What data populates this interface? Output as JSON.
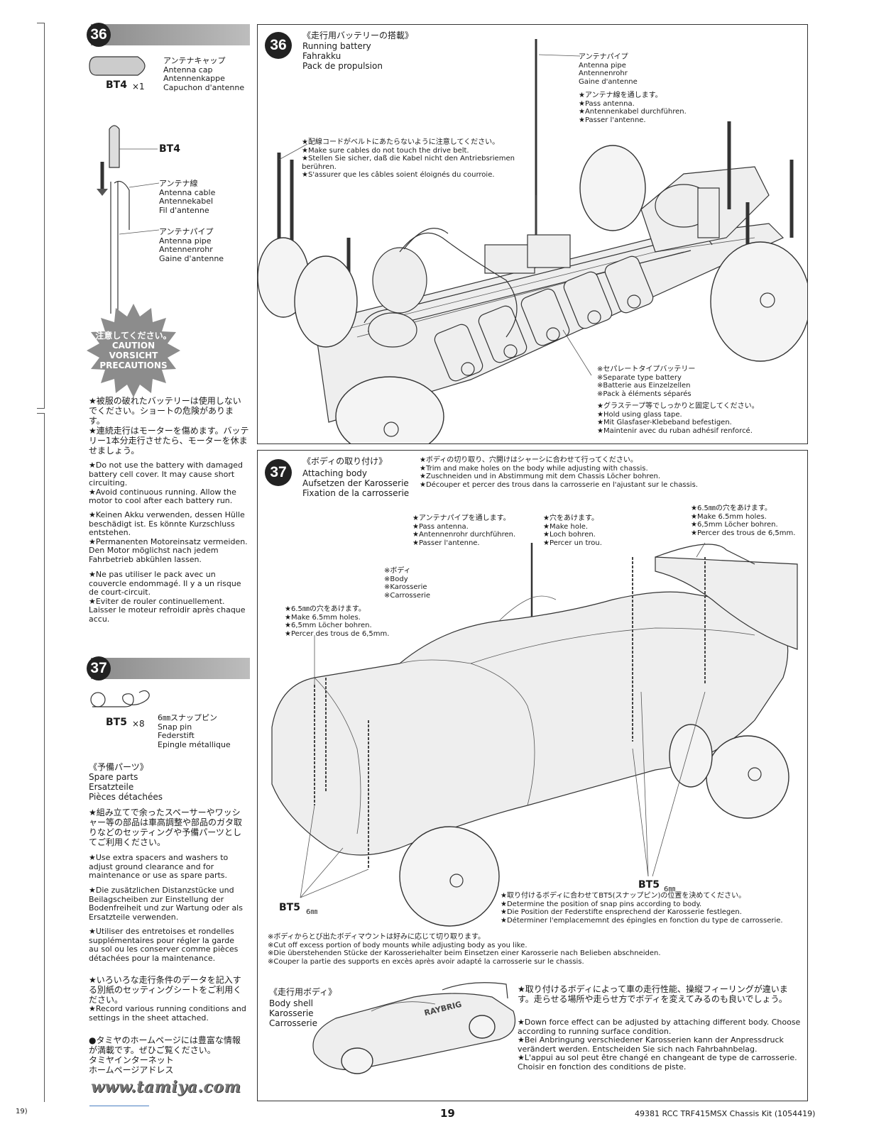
{
  "page_number": "19",
  "footer_id": "49381  RCC TRF415MSX Chassis Kit (1054419)",
  "left_edge_mark": "19)",
  "website": "www.tamiya.com",
  "sidebar": {
    "step36": {
      "number": "36",
      "part1": {
        "code": "BT4",
        "qty": "×1",
        "label": "アンテナキャップ\nAntenna cap\nAntennenkappe\nCapuchon d'antenne"
      },
      "bt4_label": "BT4",
      "antenna_cable": "アンテナ線\nAntenna cable\nAntennekabel\nFil d'antenne",
      "antenna_pipe": "アンテナパイプ\nAntenna pipe\nAntennenrohr\nGaine d'antenne"
    },
    "caution": "注意してください。\nCAUTION\nVORSICHT\nPRECAUTIONS",
    "caution_text_jp": "★被服の破れたバッテリーは使用しないでください。ショートの危険があります。\n★連続走行はモーターを傷めます。バッテリー1本分走行させたら、モーターを休ませましょう。",
    "caution_text_en": "★Do not use the battery with damaged battery cell cover. It may cause short circuiting.\n★Avoid continuous running. Allow the motor to cool after each battery run.",
    "caution_text_de": "★Keinen Akku verwenden, dessen Hülle beschädigt ist. Es könnte Kurzschluss entstehen.\n★Permanenten Motoreinsatz vermeiden. Den Motor möglichst nach jedem Fahrbetrieb abkühlen lassen.",
    "caution_text_fr": "★Ne pas utiliser le pack avec un couvercle endommagé. Il y a un risque de court-circuit.\n★Eviter de rouler continuellement. Laisser le moteur refroidir après chaque accu.",
    "step37": {
      "number": "37",
      "part1": {
        "code": "BT5",
        "qty": "×8",
        "label": "6㎜スナップピン\nSnap pin\nFederstift\nEpingle métallique"
      }
    },
    "spare_title": "《予備パーツ》",
    "spare_sub": "Spare parts\nErsatzteile\nPièces détachées",
    "spare_jp": "★組み立てで余ったスペーサーやワッシャー等の部品は車高調整や部品のガタ取りなどのセッティングや予備パーツとしてご利用ください。",
    "spare_en": "★Use extra spacers and washers to adjust ground clearance and for maintenance or use as spare parts.",
    "spare_de": "★Die zusätzlichen Distanzstücke und Beilagscheiben zur Einstellung der Bodenfreiheit und zur Wartung oder als Ersatzteile verwenden.",
    "spare_fr": "★Utiliser des entretoises et rondelles supplémentaires pour régler la garde au sol ou les conserver comme pièces détachées pour la maintenance.",
    "setting_jp": "★いろいろな走行条件のデータを記入する別紙のセッティングシートをご利用ください。",
    "setting_en": "★Record various running conditions and settings in the sheet attached.",
    "homepage_jp": "●タミヤのホームページには豊富な情報が満載です。ぜひご覧ください。\nタミヤインターネット\nホームページアドレス"
  },
  "panel36": {
    "number": "36",
    "title_jp": "《走行用バッテリーの搭載》",
    "title": "Running battery\nFahrakku\nPack de propulsion",
    "antenna_pipe": "アンテナパイプ\nAntenna pipe\nAntennenrohr\nGaine d'antenne",
    "pass_antenna": "★アンテナ線を通します。\n★Pass antenna.\n★Antennenkabel durchführen.\n★Passer l'antenne.",
    "cables_note": "★配線コードがベルトにあたらないように注意してください。\n★Make sure cables do not touch the drive belt.\n★Stellen Sie sicher, daß die Kabel nicht den Antriebsriemen berühren.\n★S'assurer que les câbles soient éloignés du courroie.",
    "separate_battery": "※セパレートタイプバッテリー\n※Separate type battery\n※Batterie aus Einzelzellen\n※Pack à éléments séparés",
    "glass_tape": "★グラステープ等でしっかりと固定してください。\n★Hold using glass tape.\n★Mit Glasfaser-Klebeband befestigen.\n★Maintenir avec du ruban adhésif renforcé."
  },
  "panel37": {
    "number": "37",
    "title_jp": "《ボディの取り付け》",
    "title": "Attaching body\nAufsetzen der Karosserie\nFixation de la carrosserie",
    "trim_note": "★ボディの切り取り、穴開けはシャーシに合わせて行ってください。\n★Trim and make holes on the body while adjusting with chassis.\n★Zuschneiden und in Abstimmung mit dem Chassis Löcher bohren.\n★Découper et percer des trous dans la carrosserie en l'ajustant sur le chassis.",
    "pass_antenna": "★アンテナパイプを通します。\n★Pass antenna.\n★Antennenrohr durchführen.\n★Passer l'antenne.",
    "make_hole": "★穴をあけます。\n★Make hole.\n★Loch bohren.\n★Percer un trou.",
    "holes_right": "★6.5㎜の穴をあけます。\n★Make 6.5mm holes.\n★6,5mm Löcher bohren.\n★Percer des trous de 6,5mm.",
    "body_label": "※ボディ\n※Body\n※Karosserie\n※Carrosserie",
    "holes_left": "★6.5㎜の穴をあけます。\n★Make 6.5mm holes.\n★6,5mm Löcher bohren.\n★Percer des trous de 6,5mm.",
    "bt5_right": "BT5",
    "bt5_left": "BT5",
    "bt5_size": "6㎜",
    "snap_note": "★取り付けるボディに合わせてBT5(スナップピン)の位置を決めてください。\n★Determine the position of snap pins according to body.\n★Die Position der Federstifte ensprechend der Karosserie festlegen.\n★Déterminer l'emplacememnt des épingles en fonction du type de carrosserie.",
    "cut_note": "※ボディからとび出たボディマウントは好みに応じて切り取ります。\n※Cut off excess portion of body mounts while adjusting body as you like.\n※Die überstehenden Stücke der Karosseriehalter beim Einsetzen einer Karosserie nach Belieben abschneiden.\n※Couper la partie des supports en excès après avoir adapté la carrosserie sur le chassis.",
    "bodyshell_title": "《走行用ボディ》",
    "bodyshell": "Body shell\nKarosserie\nCarrosserie",
    "downforce_jp": "★取り付けるボディによって車の走行性能、操縦フィーリングが違います。走らせる場所や走らせ方でボディを変えてみるのも良いでしょう。",
    "downforce": "★Down force effect can be adjusted by attaching different body. Choose according to running surface condition.\n★Bei Anbringung verschiedener Karosserien kann der Anpressdruck verändert werden. Entscheiden Sie sich nach Fahrbahnbelag.\n★L'appui au sol peut être changé en changeant de type de carrosserie. Choisir en fonction des conditions de piste.",
    "livery": "RAYBRIG"
  }
}
